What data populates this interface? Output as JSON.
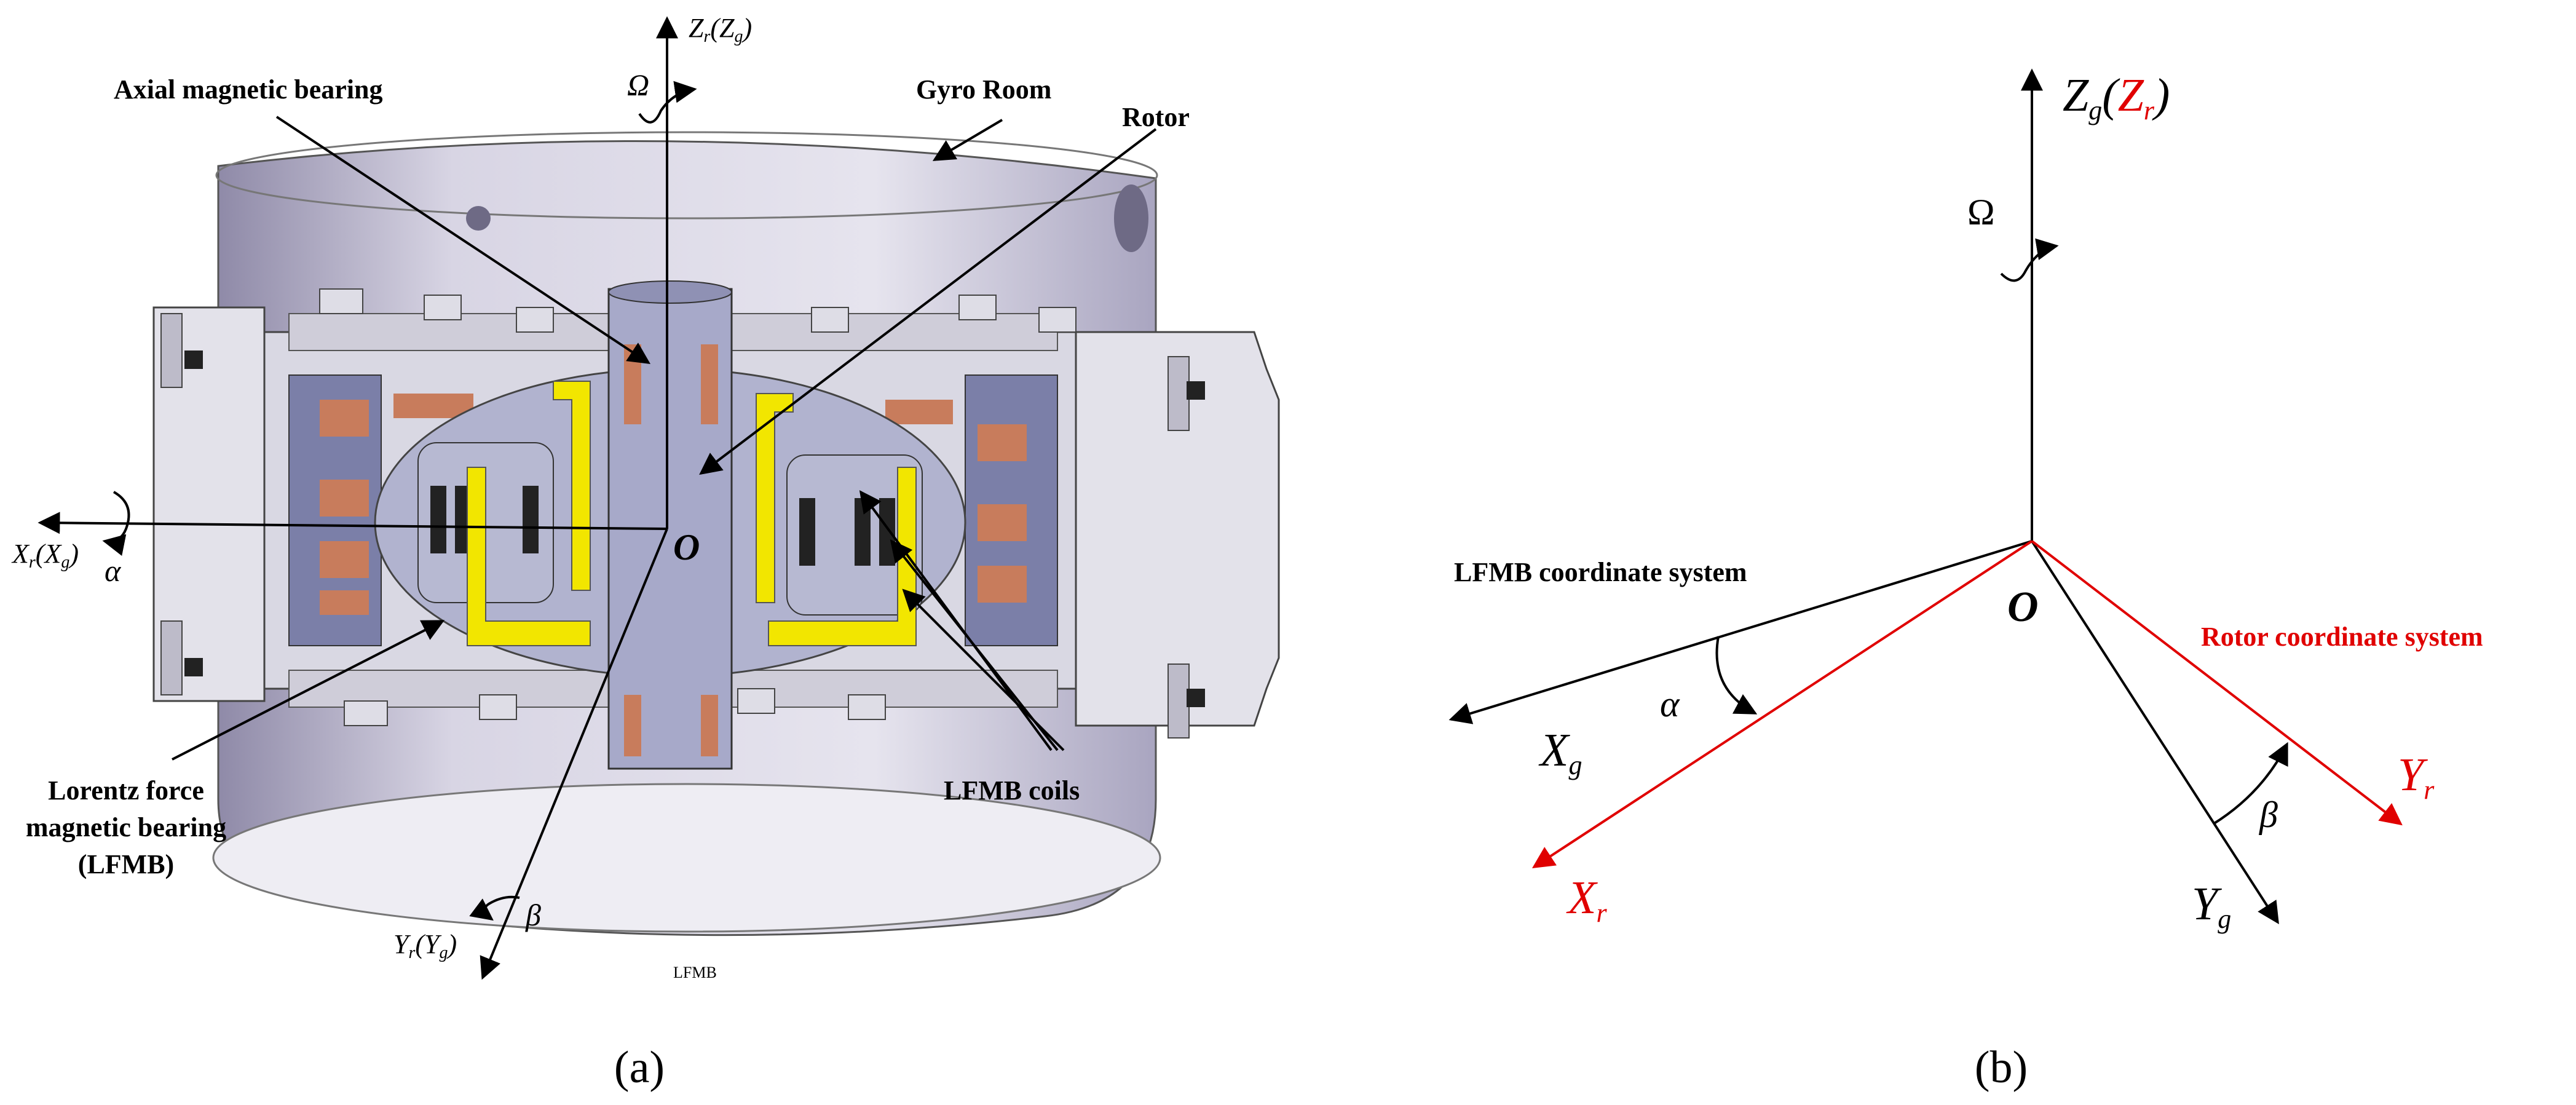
{
  "panel_a": {
    "labels": {
      "axial_bearing": "Axial magnetic bearing",
      "gyro_room": "Gyro Room",
      "rotor": "Rotor",
      "lfmb_coils": "LFMB coils",
      "lorentz_1": "Lorentz force",
      "lorentz_2": "magnetic bearing",
      "lorentz_3": "(LFMB)",
      "lfmb_small": "LFMB"
    },
    "axes": {
      "z": "Z",
      "z_sub": "r",
      "z_paren": "(Z",
      "z_paren_sub": "g",
      "x": "X",
      "x_sub": "r",
      "x_paren": "(X",
      "x_paren_sub": "g",
      "y": "Y",
      "y_sub": "r",
      "y_paren": "(Y",
      "y_paren_sub": "g",
      "close": ")",
      "omega": "Ω",
      "alpha": "α",
      "beta": "β",
      "origin": "O"
    },
    "caption": "(a)"
  },
  "panel_b": {
    "labels": {
      "lfmb_cs": "LFMB coordinate system",
      "rotor_cs": "Rotor coordinate system"
    },
    "axes": {
      "zg": "Z",
      "zg_sub": "g",
      "zr_open": "(",
      "zr": "Z",
      "zr_sub": "r",
      "zr_close": ")",
      "omega": "Ω",
      "alpha": "α",
      "beta": "β",
      "origin": "O",
      "xg": "X",
      "xg_sub": "g",
      "xr": "X",
      "xr_sub": "r",
      "yg": "Y",
      "yg_sub": "g",
      "yr": "Y",
      "yr_sub": "r"
    },
    "caption": "(b)"
  },
  "colors": {
    "housing": "#cfcbdc",
    "housing_dark": "#9c98b3",
    "coil": "#c87c5c",
    "yellow": "#f2e600",
    "rotor_blue": "#a7a9c9",
    "red_axis": "#e00000"
  }
}
